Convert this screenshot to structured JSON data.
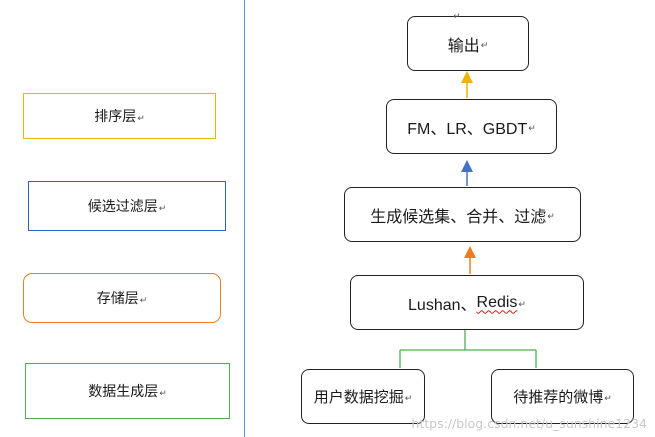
{
  "layers": [
    {
      "label": "排序层",
      "color": "#f0b400"
    },
    {
      "label": "候选过滤层",
      "color": "#3060c0"
    },
    {
      "label": "存储层",
      "color": "#ee7d22"
    },
    {
      "label": "数据生成层",
      "color": "#4caf50"
    }
  ],
  "nodes": {
    "output": "输出",
    "models": "FM、LR、GBDT",
    "candidates": "生成候选集、合并、过滤",
    "storage_a": "Lushan、",
    "storage_b": "Redis",
    "user_data": "用户数据挖掘",
    "weibo": "待推荐的微博"
  },
  "para_mark": "↵",
  "edges": [
    {
      "from": "candidates",
      "to": "models",
      "color": "#4472c4"
    },
    {
      "from": "models",
      "to": "output",
      "color": "#f0b400"
    },
    {
      "from": "storage",
      "to": "candidates",
      "color": "#ee7d22"
    },
    {
      "from": "user_data",
      "to": "storage",
      "color": "#4caf50"
    },
    {
      "from": "weibo",
      "to": "storage",
      "color": "#4caf50"
    }
  ],
  "watermark": "https://blog.csdn.net/u_sunshine1234"
}
